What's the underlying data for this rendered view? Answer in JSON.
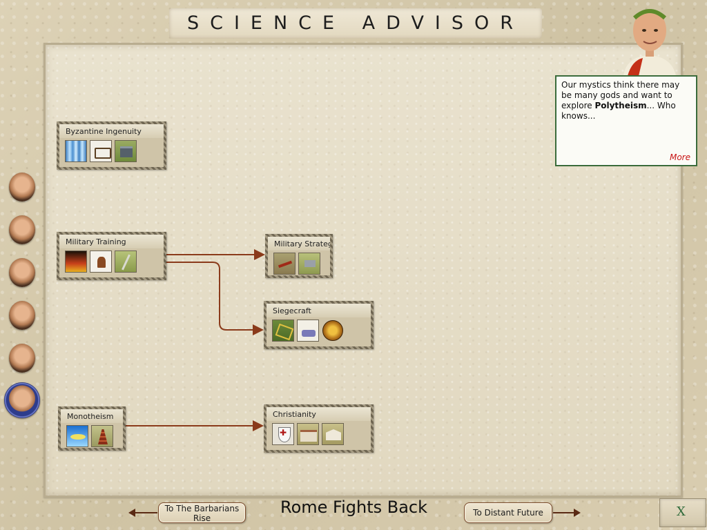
{
  "header": {
    "title": "SCIENCE ADVISOR"
  },
  "advisor": {
    "speech_before": "Our mystics think there may be many gods and want to explore ",
    "speech_bold": "Polytheism",
    "speech_after": "... Who knows...",
    "more_label": "More"
  },
  "techs": {
    "byzantine": {
      "label": "Byzantine Ingenuity",
      "icons": [
        "pillar-icon",
        "catapult-icon",
        "fortress-icon"
      ]
    },
    "military_training": {
      "label": "Military Training",
      "icons": [
        "sunset-icon",
        "horse-rider-icon",
        "swords-icon"
      ]
    },
    "military_strategy": {
      "label": "Military Strateg...",
      "icons": [
        "battle-unit-icon",
        "armored-unit-icon"
      ]
    },
    "siegecraft": {
      "label": "Siegecraft",
      "icons": [
        "siege-engine-icon",
        "trebuchet-icon",
        "gold-medal-icon"
      ]
    },
    "monotheism": {
      "label": "Monotheism",
      "icons": [
        "ufo-icon",
        "pagoda-icon"
      ]
    },
    "christianity": {
      "label": "Christianity",
      "icons": [
        "crusader-shield-icon",
        "cathedral-icon",
        "temple-icon"
      ]
    }
  },
  "advisors_sidebar": [
    "military-advisor",
    "domestic-advisor",
    "trade-advisor",
    "foreign-advisor",
    "cultural-advisor",
    "science-advisor"
  ],
  "footer": {
    "prev_label": "To The Barbarians Rise",
    "era_title": "Rome Fights Back",
    "next_label": "To Distant Future",
    "close_label": "X"
  },
  "colors": {
    "link_arrow": "#8a3a1a",
    "speech_border": "#3a6b3a",
    "more_link": "#c81414"
  }
}
